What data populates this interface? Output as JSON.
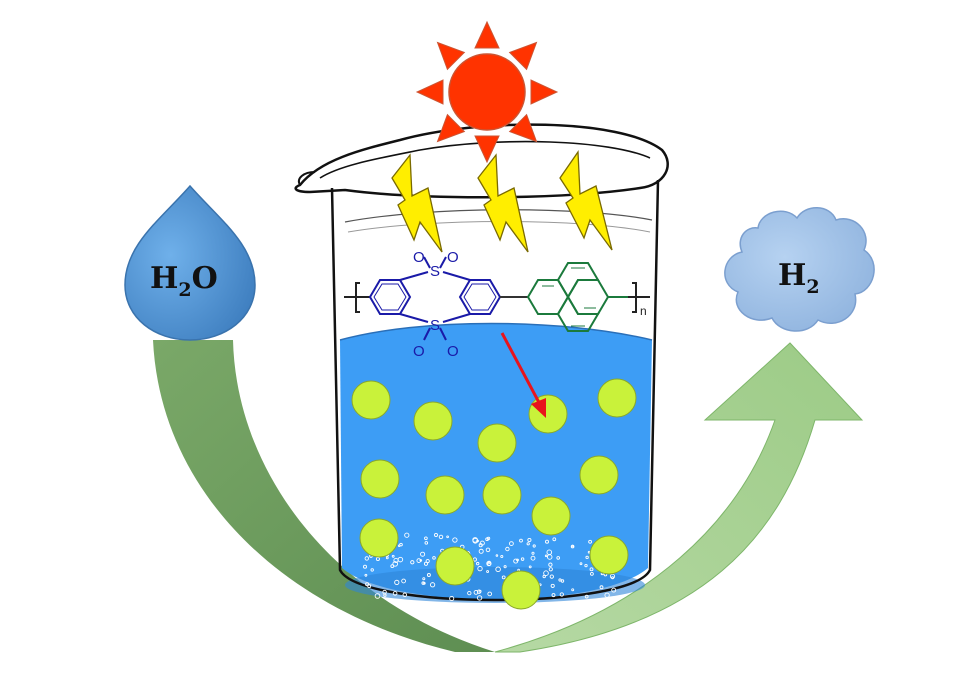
{
  "labels": {
    "water_main": "H",
    "water_sub": "2",
    "water_tail": "O",
    "hydrogen_main": "H",
    "hydrogen_sub": "2"
  },
  "polymer": {
    "sulfur_symbol": "S",
    "oxygen_symbol": "O",
    "repeat_unit_subscript": "n"
  },
  "colors": {
    "sun": "#ff3300",
    "lightning": "#ffee00",
    "water": "#3d9df5",
    "droplet": "#4a8fd0",
    "cloud": "#9cc0e8",
    "arrow_left": "#6e9e5e",
    "arrow_right": "#a6cf92",
    "particle": "#c9f23a",
    "sulfone_unit": "#1a1aa8",
    "pyrene_unit": "#1b7a3c",
    "electron_arrow": "#e8141c"
  },
  "icons": [
    "sun-icon",
    "lightning-bolt-icon",
    "beaker-icon",
    "water-droplet-icon",
    "cloud-icon",
    "curved-arrow-icon"
  ]
}
